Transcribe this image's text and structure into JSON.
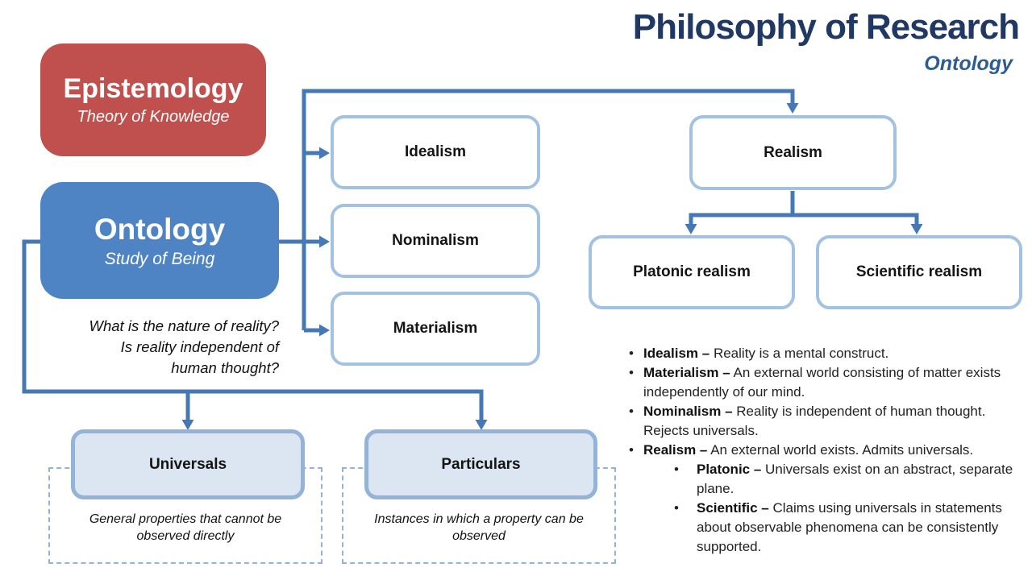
{
  "header": {
    "title": "Philosophy of Research",
    "subtitle": "Ontology"
  },
  "epistemology": {
    "title": "Epistemology",
    "subtitle": "Theory of Knowledge"
  },
  "ontology": {
    "title": "Ontology",
    "subtitle": "Study of Being",
    "question": "What is the nature of reality?\nIs reality independent of\nhuman thought?"
  },
  "nodes": {
    "idealism": "Idealism",
    "nominalism": "Nominalism",
    "materialism": "Materialism",
    "realism": "Realism",
    "platonic": "Platonic realism",
    "scientific": "Scientific realism"
  },
  "universals": {
    "label": "Universals",
    "description": "General properties that cannot be observed directly"
  },
  "particulars": {
    "label": "Particulars",
    "description": "Instances in which a property can be observed"
  },
  "definitions": {
    "bullet": "•",
    "items": [
      {
        "term": "Idealism –",
        "desc": "Reality is a mental construct."
      },
      {
        "term": "Materialism –",
        "desc": "An external world consisting of matter exists independently of our mind."
      },
      {
        "term": "Nominalism –",
        "desc": "Reality is independent of human thought. Rejects universals."
      },
      {
        "term": "Realism –",
        "desc": "An external world exists. Admits universals."
      },
      {
        "term": "Platonic –",
        "desc": "Universals exist on an abstract, separate plane."
      },
      {
        "term": "Scientific –",
        "desc": "Claims using universals in statements about observable phenomena can be consistently supported."
      }
    ]
  },
  "colors": {
    "epistemology_fill": "#C0504D",
    "ontology_fill": "#4E84C4",
    "node_border": "#A2C1E3",
    "subnode_fill": "#DCE6F2",
    "subnode_border": "#95B3D7",
    "dashed_border": "#95B3D7",
    "connector": "#4678B6",
    "title_text": "#1F3864",
    "subtitle_text": "#2E5C90",
    "node_text": "#141414",
    "box_text": "#ffffff"
  }
}
